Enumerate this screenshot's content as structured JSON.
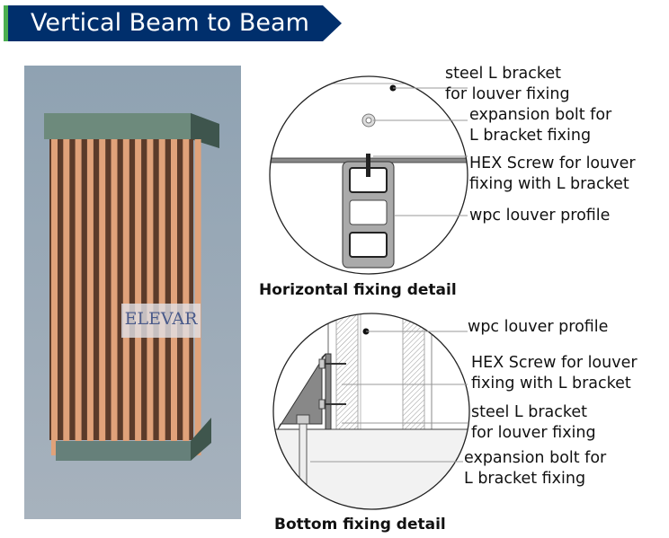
{
  "header": {
    "title": "Vertical Beam to Beam",
    "bg_color": "#002f6c",
    "accent_color": "#4caf50"
  },
  "image": {
    "watermark": "ELEVAR"
  },
  "horizontal_detail": {
    "caption": "Horizontal fixing detail",
    "labels": [
      {
        "line1": "steel L bracket",
        "line2": "for louver fixing"
      },
      {
        "line1": "expansion bolt for",
        "line2": "L bracket fixing"
      },
      {
        "line1": "HEX Screw for louver",
        "line2": "fixing with L bracket"
      },
      {
        "line1": "wpc louver profile"
      }
    ]
  },
  "bottom_detail": {
    "caption": "Bottom fixing detail",
    "labels": [
      {
        "line1": "wpc louver profile"
      },
      {
        "line1": "HEX Screw for louver",
        "line2": "fixing with L bracket"
      },
      {
        "line1": "steel L bracket",
        "line2": "for louver fixing"
      },
      {
        "line1": "expansion bolt for",
        "line2": "L bracket fixing"
      }
    ]
  }
}
